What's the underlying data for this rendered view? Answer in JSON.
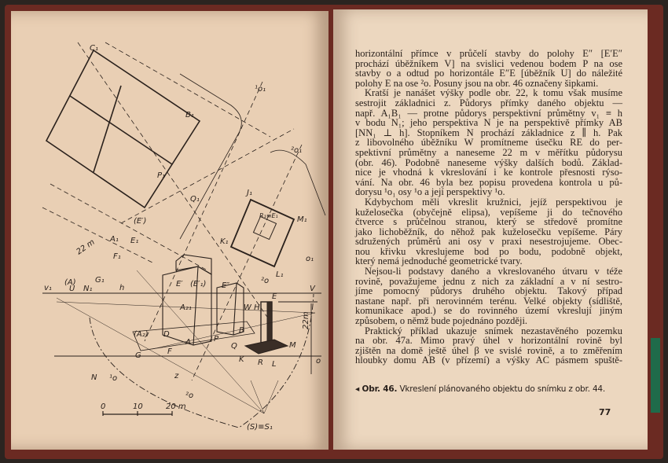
{
  "right_page": {
    "lines": [
      {
        "text": "horizontální přímce v průčelí stavby do polohy E″ [E′E″",
        "indent": false
      },
      {
        "text": "prochází úběžníkem V] na svislici vedenou bodem P na ose",
        "indent": false
      },
      {
        "text": "stavby o a odtud po horizontále E″E [úběžník U] do náležité",
        "indent": false
      },
      {
        "text": "polohy E na ose ²o. Posuny jsou na obr. 46 označeny šipkami.",
        "indent": false,
        "last": true
      },
      {
        "text": "Kratší je nanášet výšky podle obr. 22, k tomu však musíme",
        "indent": true
      },
      {
        "text": "sestrojit základnici z. Půdorys přímky daného objektu —",
        "indent": false
      },
      {
        "text": "např. A₁B₁ — protne půdorys perspektivní průmětny v₁ ≡ h",
        "indent": false
      },
      {
        "text": "v bodu N₁; jeho perspektiva N je na perspektivě přímky AB",
        "indent": false
      },
      {
        "text": "[NN₁ ⊥ h]. Stopníkem N prochází základnice z ∥ h. Pak",
        "indent": false
      },
      {
        "text": "z libovolného úběžníku W promítneme úsečku RE do per-",
        "indent": false
      },
      {
        "text": "spektivní průmětny a naneseme 22 m v měřítku půdorysu",
        "indent": false
      },
      {
        "text": "(obr. 46). Podobně naneseme výšky dalších bodů. Základ-",
        "indent": false
      },
      {
        "text": "nice je vhodná k vkreslování i ke kontrole přesnosti rýso-",
        "indent": false
      },
      {
        "text": "vání. Na obr. 46 byla bez popisu provedena kontrola u pů-",
        "indent": false
      },
      {
        "text": "dorysu ¹o₁ osy ¹o a její perspektivy ¹o.",
        "indent": false,
        "last": true
      },
      {
        "text": "Kdybychom měli vkreslit kružnici, jejíž perspektivou je",
        "indent": true
      },
      {
        "text": "kuželosečka (obyčejně elipsa), vepíšeme ji do tečnového",
        "indent": false
      },
      {
        "text": "čtverce s průčelnou stranou, který se středově promítne",
        "indent": false
      },
      {
        "text": "jako lichoběžník, do něhož pak kuželosečku vepíšeme. Páry",
        "indent": false
      },
      {
        "text": "sdružených průměrů ani osy v praxi nesestrojujeme. Obec-",
        "indent": false
      },
      {
        "text": "nou křivku vkreslujeme bod po bodu, podobně objekt,",
        "indent": false
      },
      {
        "text": "který nemá jednoduché geometrické tvary.",
        "indent": false,
        "last": true
      },
      {
        "text": "Nejsou-li podstavy daného a vkreslovaného útvaru v téže",
        "indent": true
      },
      {
        "text": "rovině, považujeme jednu z nich za základní a v ní sestro-",
        "indent": false
      },
      {
        "text": "jíme pomocný půdorys druhého objektu. Takový případ",
        "indent": false
      },
      {
        "text": "nastane např. při nerovinném terénu. Velké objekty (sídliště,",
        "indent": false
      },
      {
        "text": "komunikace apod.) se do rovinného území vkreslují jiným",
        "indent": false
      },
      {
        "text": "způsobem, o němž bude pojednáno později.",
        "indent": false,
        "last": true
      },
      {
        "text": "Praktický příklad ukazuje snímek nezastavěného pozemku",
        "indent": true
      },
      {
        "text": "na obr. 47a. Mimo pravý úhel v horizontální rovině byl",
        "indent": false
      },
      {
        "text": "zjištěn na domě ještě úhel β ve svislé rovině, a to změřením",
        "indent": false
      },
      {
        "text": "hloubky domu AB (v přízemí) a výšky AC pásmem spuště-",
        "indent": false
      }
    ],
    "caption_label": "◂ Obr. 46.",
    "caption_text": "Vkreslení plánovaného objektu do snímku z obr. 44.",
    "page_number": "77"
  },
  "figure": {
    "labels": {
      "C1": "C₁",
      "B1": "B₁",
      "P1": "P₁",
      "Q1": "Q₁",
      "o1_1": "¹o₁",
      "o1_2": "²o₁",
      "J1": "J₁",
      "M1": "M₁",
      "R1E1": "R₁≡E₁",
      "K1": "K₁",
      "L1": "L₁",
      "o1": "o₁",
      "E1p": "(E′)",
      "A1": "A₁",
      "E1": "E₁",
      "F1": "F₁",
      "m22a": "22 m",
      "A": "(A)",
      "G1": "G₁",
      "v1": "v₁",
      "U": "U",
      "N1": "N₁",
      "h": "h",
      "Ep": "E′",
      "E1pp": "(E′₁)",
      "Epp": "E″",
      "E": "E",
      "o2": "²o",
      "V": "V",
      "As1": "A₂₁",
      "WH": "W H",
      "A2": "(A₂)",
      "D": "D",
      "Al": "A",
      "P": "P",
      "B": "B",
      "G": "G",
      "F": "F",
      "Q": "Q",
      "M": "M",
      "m22b": "22m",
      "K": "K",
      "R": "R",
      "L": "L",
      "o": "o",
      "N": "N",
      "o_1": "¹o",
      "z": "z",
      "zo": "²o",
      "S": "(S)≡S₁",
      "scale0": "0",
      "scale10": "10",
      "scale20": "20 m"
    }
  },
  "colors": {
    "page": "#e9cfb4",
    "ink": "#2a211c",
    "cover": "#6b2a22",
    "bookmark": "#1f6b4a"
  }
}
